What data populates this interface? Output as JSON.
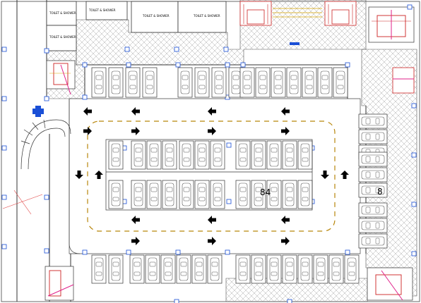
{
  "drawing": {
    "room_labels": [
      "TOILET & SHOWER",
      "TOILET & SHOWER",
      "TOILET & SHOWER",
      "TOILET & SHOWER",
      "TOILET & SHOWER"
    ],
    "capacity_center": "84",
    "capacity_right": "8"
  },
  "colors": {
    "line": "#333333",
    "hatch": "#9a9a9a",
    "stair_red": "#cc2222",
    "stair_gold": "#d9a400",
    "magenta": "#e0208a",
    "blue": "#1a4fd6",
    "arrow": "#000000",
    "lane_dash": "#b8860b"
  },
  "icons": [
    "direction-arrow-icon",
    "car-icon",
    "stair-icon",
    "fire-extinguisher-icon"
  ]
}
